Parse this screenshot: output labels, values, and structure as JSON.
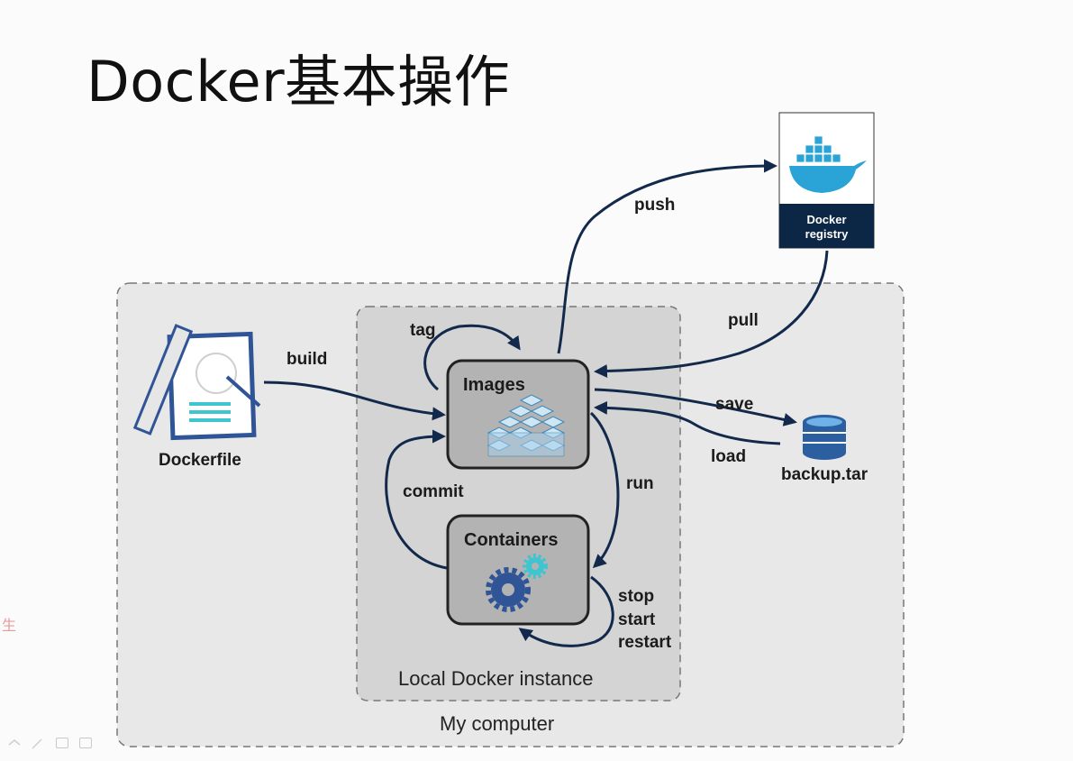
{
  "title": "Docker基本操作",
  "boxes": {
    "my_computer": "My computer",
    "local_instance": "Local Docker instance"
  },
  "nodes": {
    "dockerfile": "Dockerfile",
    "images": "Images",
    "containers": "Containers",
    "registry_line1": "Docker",
    "registry_line2": "registry",
    "backup": "backup.tar"
  },
  "operations": {
    "build": "build",
    "tag": "tag",
    "push": "push",
    "pull": "pull",
    "save": "save",
    "load": "load",
    "commit": "commit",
    "run": "run",
    "stop": "stop",
    "start": "start",
    "restart": "restart"
  },
  "colors": {
    "arrow": "#13294b",
    "node_fill": "#b3b3b3",
    "outer_box": "#e8e8e8",
    "inner_box": "#d4d4d4",
    "registry_dark": "#0c2645",
    "docker_blue": "#2aa3d6"
  },
  "side_mark": "生"
}
